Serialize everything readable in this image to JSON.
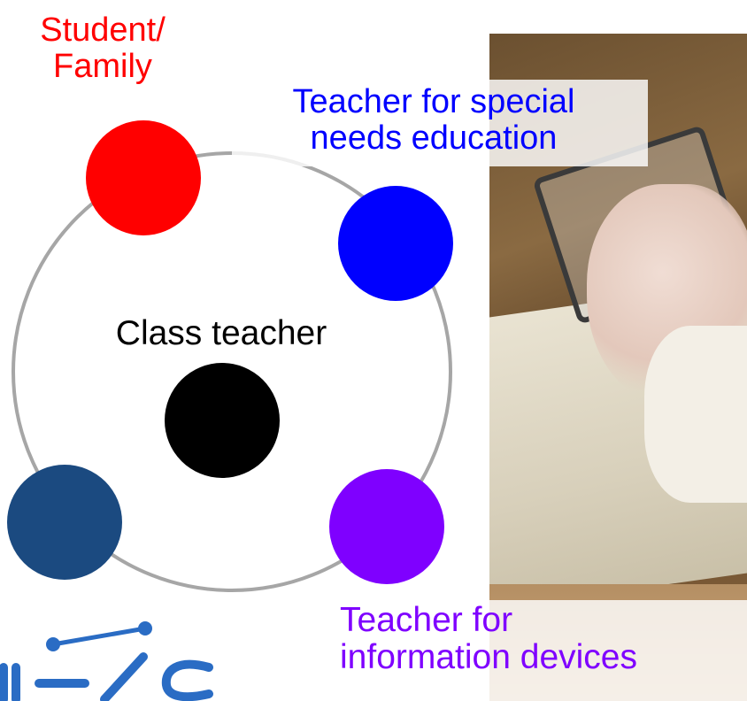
{
  "labels": {
    "student_family": "Student/\nFamily",
    "special_needs_teacher": "Teacher for special\nneeds education",
    "class_teacher": "Class teacher",
    "info_devices_teacher": "Teacher for\ninformation devices"
  },
  "colors": {
    "student_family": "#ff0000",
    "special_needs_teacher": "#0000ff",
    "class_teacher": "#000000",
    "info_devices_teacher": "#7f00ff",
    "unlabeled_node": "#1b4a80",
    "ring": "#a6a6a6",
    "logo": "#2a6cc4"
  },
  "icons": {
    "logo": "connected-nodes-logo"
  }
}
